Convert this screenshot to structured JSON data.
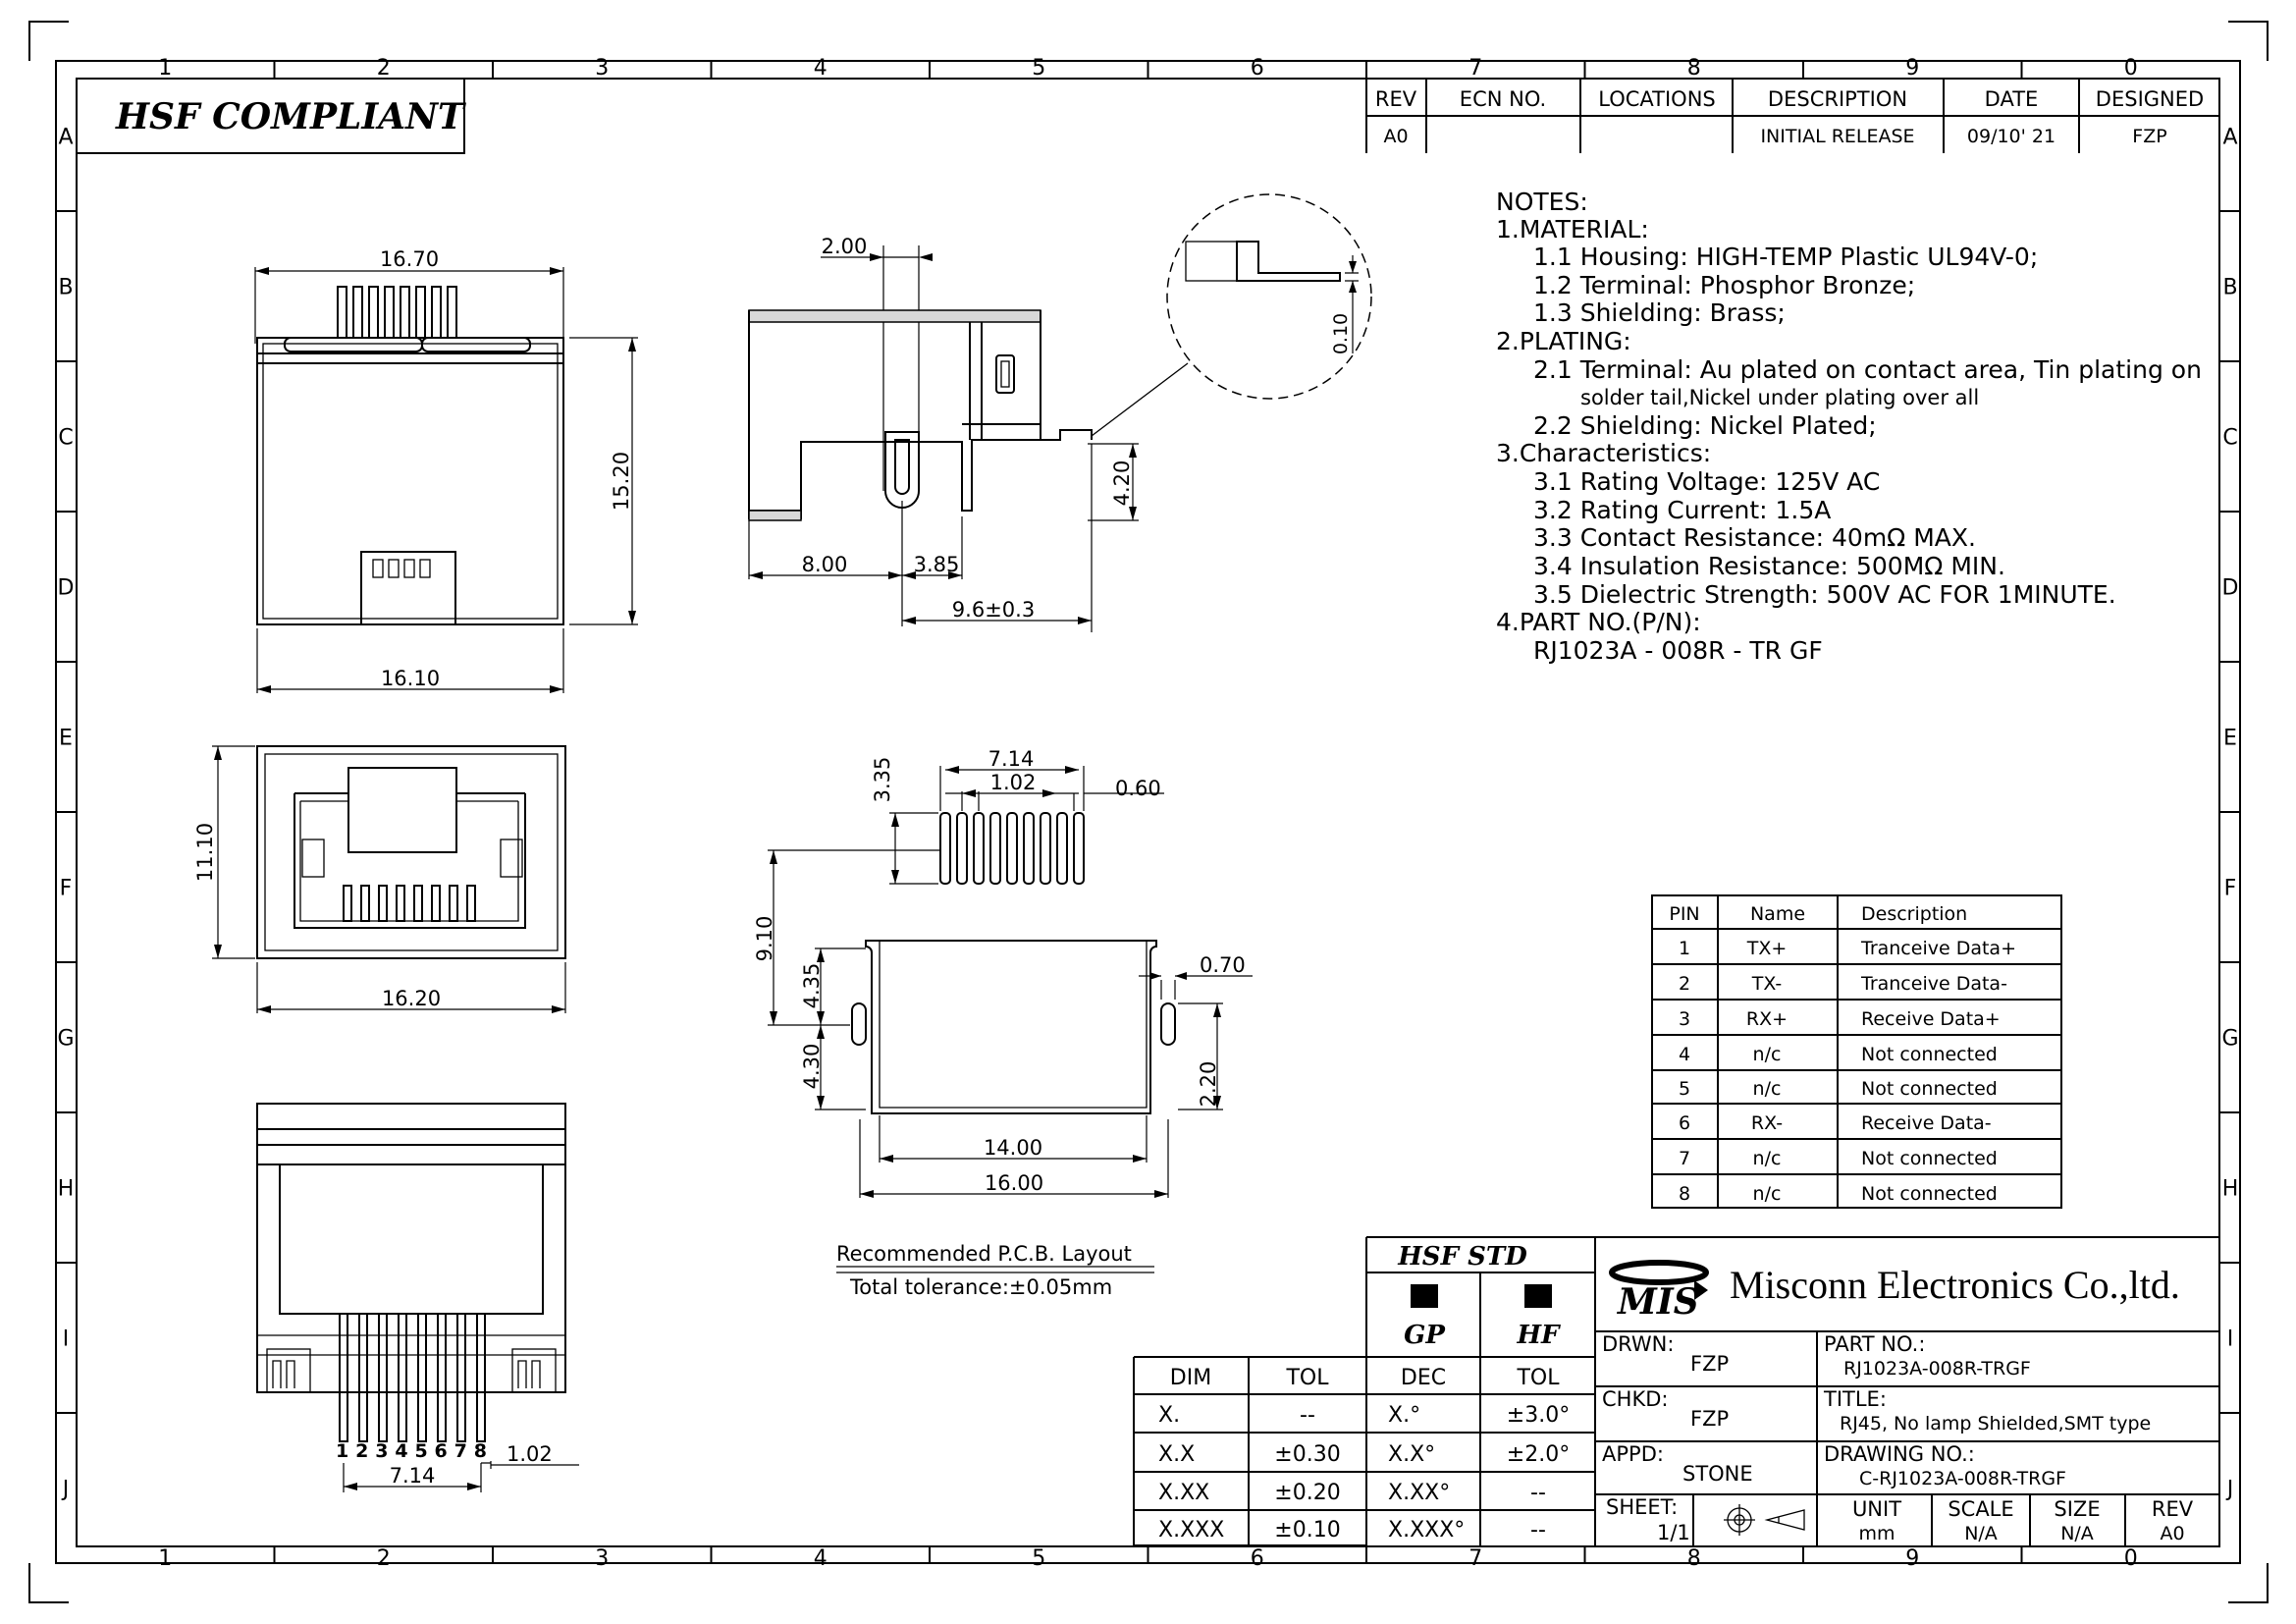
{
  "header": {
    "compliance": "HSF  COMPLIANT"
  },
  "zones": {
    "columns": [
      "1",
      "2",
      "3",
      "4",
      "5",
      "6",
      "7",
      "8",
      "9",
      "0"
    ],
    "rows": [
      "A",
      "B",
      "C",
      "D",
      "E",
      "F",
      "G",
      "H",
      "I",
      "J"
    ]
  },
  "revision_table": {
    "headers": [
      "REV",
      "ECN  NO.",
      "LOCATIONS",
      "DESCRIPTION",
      "DATE",
      "DESIGNED"
    ],
    "rows": [
      [
        "A0",
        "",
        "",
        "INITIAL  RELEASE",
        "09/10' 21",
        "FZP"
      ]
    ]
  },
  "dimensions": {
    "top_width": "16.70",
    "bottom_width": "16.10",
    "height": "15.20",
    "front_width": "16.20",
    "front_height": "11.10",
    "side_pin_offset": "2.00",
    "side_depth": "8.00",
    "side_3_85": "3.85",
    "side_overall": "9.6±0.3",
    "side_height": "4.20",
    "detail_thickness": "0.10",
    "pcb_span": "7.14",
    "pcb_pitch": "1.02",
    "pcb_pad_width": "0.60",
    "pcb_pad_len": "3.35",
    "pcb_9_10": "9.10",
    "pcb_4_35": "4.35",
    "pcb_4_30": "4.30",
    "pcb_0_70": "0.70",
    "pcb_2_20": "2.20",
    "pcb_14": "14.00",
    "pcb_16": "16.00",
    "bottom_pitch": "1.02",
    "bottom_span": "7.14",
    "pin_numbers": "1 2 3 4 5 6 7 8"
  },
  "pcb_caption": {
    "title": "Recommended  P.C.B.  Layout",
    "tolerance": "Total  tolerance:±0.05mm"
  },
  "notes": [
    "NOTES:",
    "1.MATERIAL:",
    "1.1  Housing:  HIGH-TEMP  Plastic  UL94V-0;",
    "1.2  Terminal:  Phosphor  Bronze;",
    "1.3  Shielding:  Brass;",
    "2.PLATING:",
    "2.1  Terminal:  Au  plated  on  contact  area,  Tin  plating  on",
    "solder  tail,Nickel  under  plating  over  all",
    "2.2  Shielding:  Nickel  Plated;",
    "3.Characteristics:",
    "3.1  Rating  Voltage:  125V  AC",
    "3.2  Rating  Current:  1.5A",
    "3.3  Contact  Resistance:  40mΩ  MAX.",
    "3.4  Insulation  Resistance:  500MΩ  MIN.",
    "3.5  Dielectric  Strength:  500V  AC  FOR  1MINUTE.",
    "4.PART  NO.(P/N):",
    "RJ1023A  -  008R  -  TR  GF"
  ],
  "pin_table": {
    "headers": [
      "PIN",
      "Name",
      "Description"
    ],
    "rows": [
      [
        "1",
        "TX+",
        "Tranceive  Data+"
      ],
      [
        "2",
        "TX-",
        "Tranceive  Data-"
      ],
      [
        "3",
        "RX+",
        "Receive  Data+"
      ],
      [
        "4",
        "n/c",
        "Not  connected"
      ],
      [
        "5",
        "n/c",
        "Not  connected"
      ],
      [
        "6",
        "RX-",
        "Receive  Data-"
      ],
      [
        "7",
        "n/c",
        "Not  connected"
      ],
      [
        "8",
        "n/c",
        "Not  connected"
      ]
    ]
  },
  "tolerance_table": {
    "headers": [
      "DIM",
      "TOL"
    ],
    "rows": [
      [
        "X.",
        "--"
      ],
      [
        "X.X",
        "±0.30"
      ],
      [
        "X.XX",
        "±0.20"
      ],
      [
        "X.XXX",
        "±0.10"
      ]
    ]
  },
  "hsf_table": {
    "title": "HSF  STD",
    "gp": "GP",
    "hf": "HF",
    "headers": [
      "DEC",
      "TOL"
    ],
    "rows": [
      [
        "X.°",
        "±3.0°"
      ],
      [
        "X.X°",
        "±2.0°"
      ],
      [
        "X.XX°",
        "--"
      ],
      [
        "X.XXX°",
        "--"
      ]
    ]
  },
  "title_block": {
    "logo": "MIS",
    "company": "Misconn  Electronics  Co.,ltd.",
    "drwn_label": "DRWN:",
    "drwn": "FZP",
    "chkd_label": "CHKD:",
    "chkd": "FZP",
    "appd_label": "APPD:",
    "appd": "STONE",
    "part_no_label": "PART  NO.:",
    "part_no": "RJ1023A-008R-TRGF",
    "title_label": "TITLE:",
    "title": "RJ45,  No  lamp  Shielded,SMT  type",
    "drawing_no_label": "DRAWING  NO.:",
    "drawing_no": "C-RJ1023A-008R-TRGF",
    "sheet_label": "SHEET:",
    "sheet": "1/1",
    "unit_label": "UNIT",
    "unit": "mm",
    "scale_label": "SCALE",
    "scale": "N/A",
    "size_label": "SIZE",
    "size": "N/A",
    "rev_label": "REV",
    "rev": "A0"
  }
}
